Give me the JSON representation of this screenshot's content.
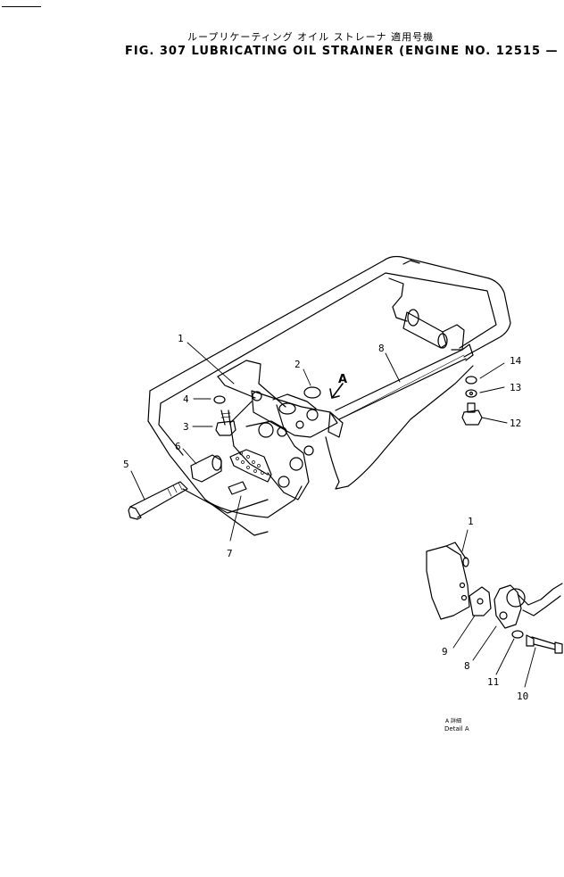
{
  "title": {
    "japanese": "ループリケーティング オイル ストレーナ 適用号機",
    "english": "FIG. 307 LUBRICATING OIL STRAINER (ENGINE NO. 12515 — )"
  },
  "callouts": {
    "main": [
      "1",
      "2",
      "3",
      "4",
      "5",
      "6",
      "7",
      "8",
      "12",
      "13",
      "14"
    ],
    "detail": [
      "1",
      "8",
      "9",
      "10",
      "11"
    ],
    "view_arrow": "A"
  },
  "detail": {
    "japanese": "A 詳細",
    "english": "Detail A"
  },
  "colors": {
    "line": "#000000",
    "background": "#ffffff"
  }
}
